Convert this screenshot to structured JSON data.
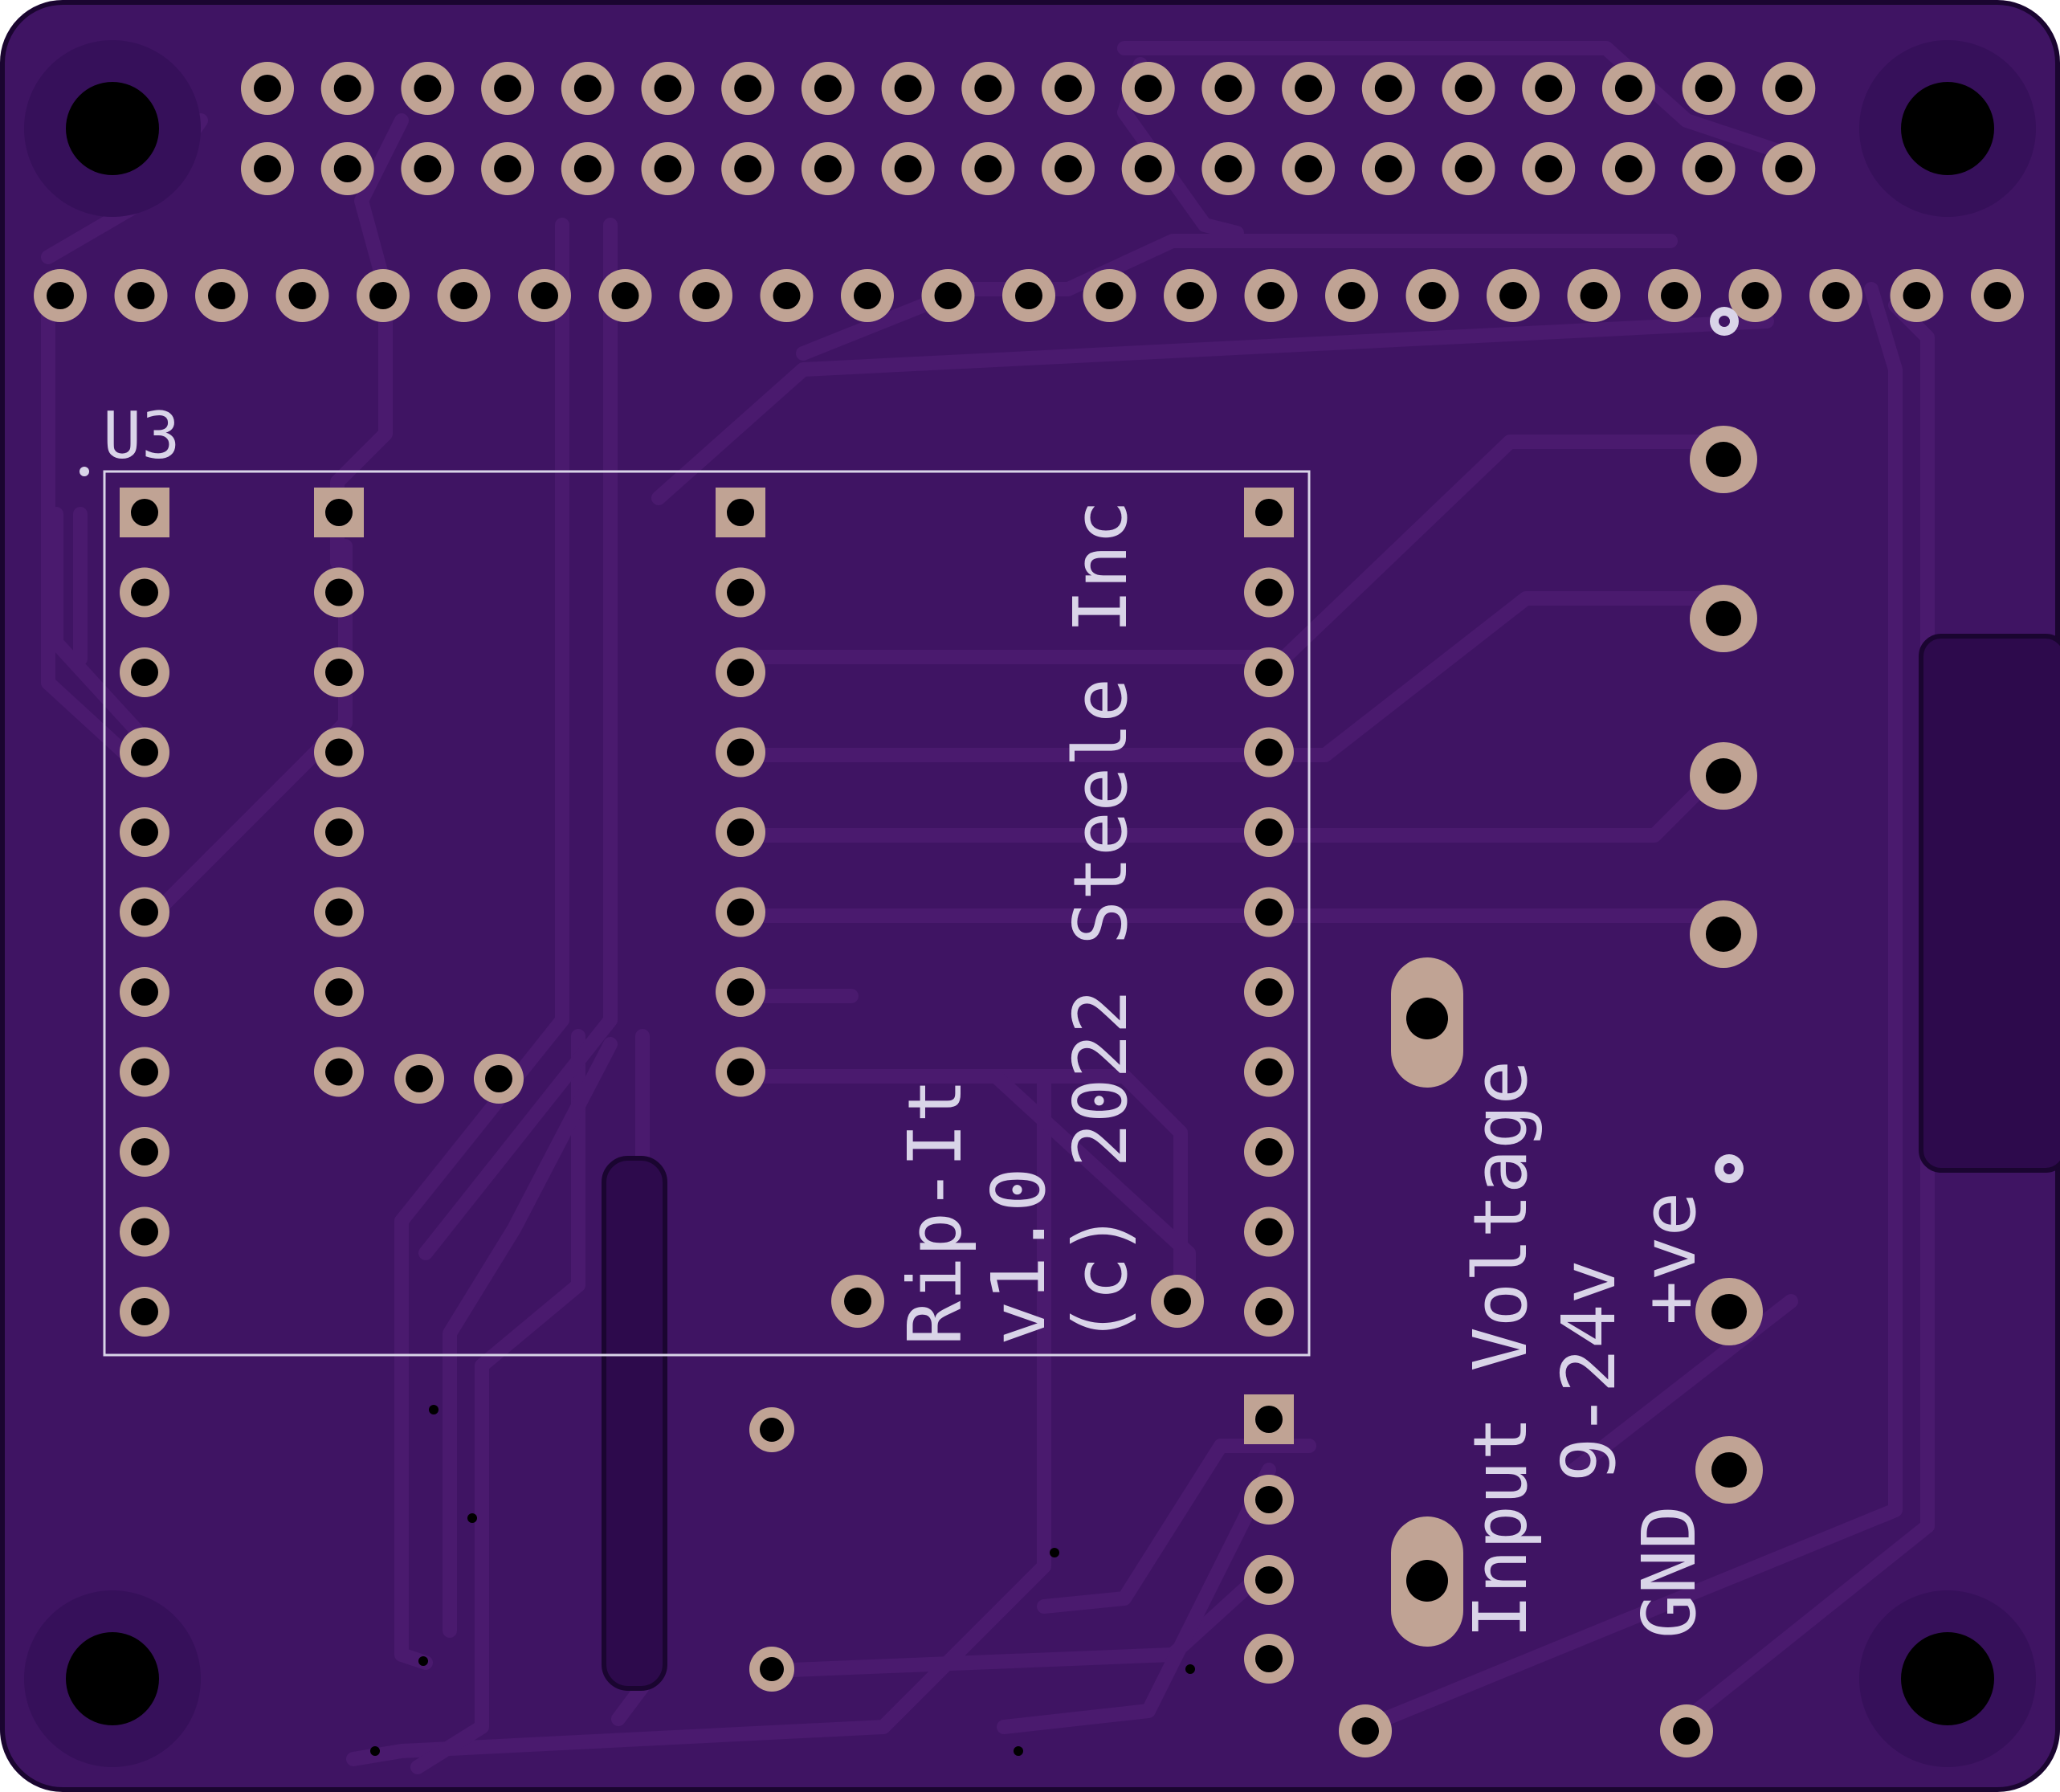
{
  "colors": {
    "board": "#3f1463",
    "board_dark": "#2d0a4c",
    "trace": "#4a1a6e",
    "pad": "#c0a394",
    "silk": "#d9d4e8",
    "hole": "#000000"
  },
  "silkscreen": {
    "component_ref": "U3",
    "project_name": "Rip-It",
    "version": "v1.0",
    "copyright": "(c) 2022 Steele Inc",
    "input_label": "Input Voltage",
    "voltage_range": "9-24v",
    "pos_label": "+ve",
    "gnd_label": "GND"
  }
}
